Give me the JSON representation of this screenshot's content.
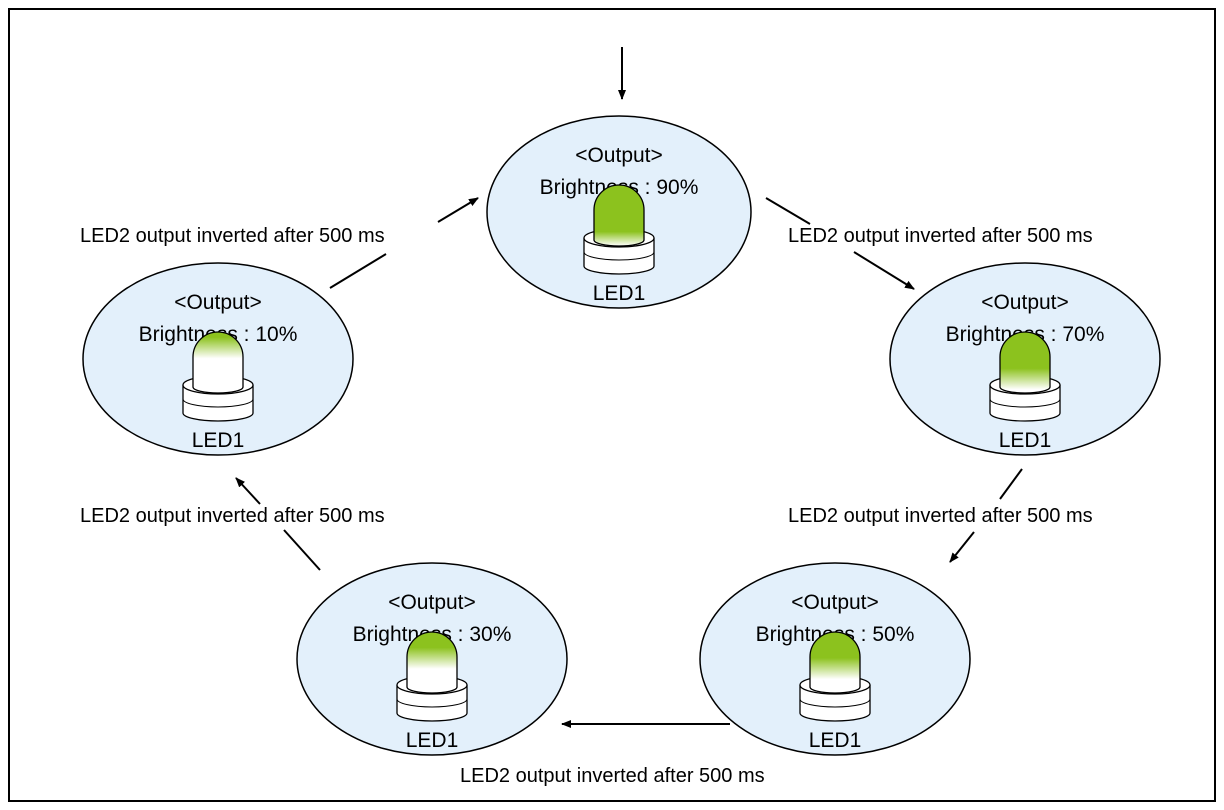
{
  "diagram": {
    "initial_arrow": true,
    "states": [
      {
        "id": "s90",
        "header": "<Output>",
        "brightness": "Brightness : 90%",
        "brightness_value": 0.9,
        "device": "LED1"
      },
      {
        "id": "s70",
        "header": "<Output>",
        "brightness": "Brightness : 70%",
        "brightness_value": 0.7,
        "device": "LED1"
      },
      {
        "id": "s50",
        "header": "<Output>",
        "brightness": "Brightness : 50%",
        "brightness_value": 0.5,
        "device": "LED1"
      },
      {
        "id": "s30",
        "header": "<Output>",
        "brightness": "Brightness : 30%",
        "brightness_value": 0.3,
        "device": "LED1"
      },
      {
        "id": "s10",
        "header": "<Output>",
        "brightness": "Brightness : 10%",
        "brightness_value": 0.1,
        "device": "LED1"
      }
    ],
    "transitions": [
      {
        "from": "s90",
        "to": "s70",
        "label": "LED2 output inverted after 500 ms"
      },
      {
        "from": "s70",
        "to": "s50",
        "label": "LED2 output inverted after 500 ms"
      },
      {
        "from": "s50",
        "to": "s30",
        "label": "LED2 output inverted after 500 ms"
      },
      {
        "from": "s30",
        "to": "s10",
        "label": "LED2 output inverted after 500 ms"
      },
      {
        "from": "s10",
        "to": "s90",
        "label": "LED2 output inverted after 500 ms"
      }
    ],
    "colors": {
      "state_fill": "#e3f0fb",
      "state_stroke": "#000000",
      "led_green": "#8cc21e",
      "led_white": "#ffffff",
      "arrow": "#000000"
    }
  }
}
